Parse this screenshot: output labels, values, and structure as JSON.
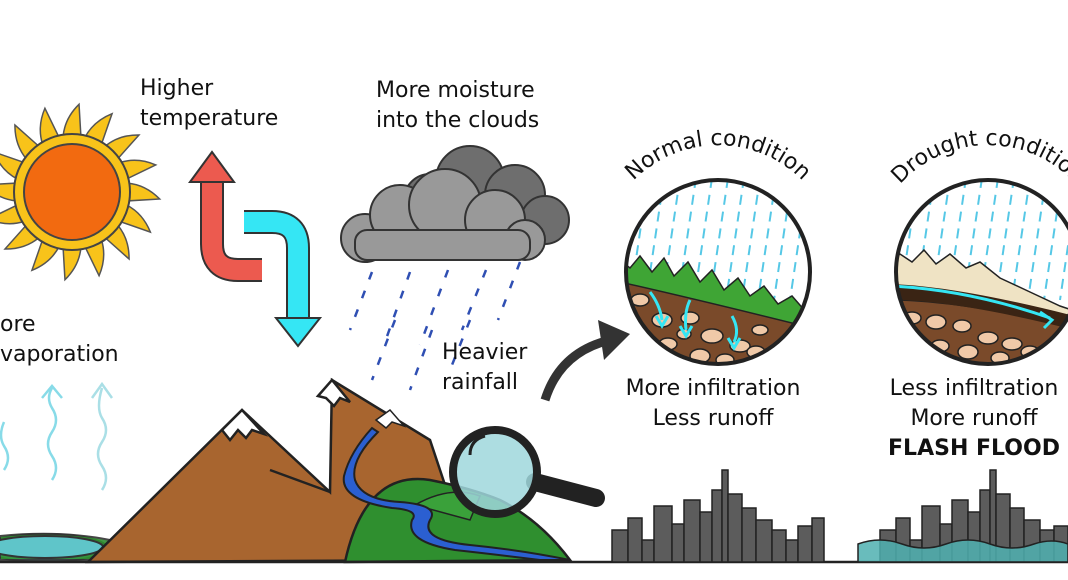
{
  "labels": {
    "higher_temperature": [
      "Higher",
      "temperature"
    ],
    "more_moisture": [
      "More moisture",
      "into the clouds"
    ],
    "more_evaporation": [
      "ore",
      "vaporation"
    ],
    "heavier_rainfall": [
      "Heavier",
      "rainfall"
    ],
    "normal_title": "Normal  condition",
    "drought_title": "Drought  condition",
    "normal_result": [
      "More infiltration",
      "Less runoff"
    ],
    "drought_result": [
      "Less infiltration",
      "More runoff"
    ],
    "flash_flood": "FLASH FLOOD"
  },
  "colors": {
    "sun": "#f26a10",
    "sun_rays": "#f8c31a",
    "warm_arrow": "#ec5a4f",
    "cool_arrow": "#35e6f4",
    "cloud": "#8c8c8c",
    "rain": "#2f4fb3",
    "mountain": "#a8652f",
    "snow": "#ffffff",
    "hill": "#2f8f2f",
    "river": "#2b5fd1",
    "soil": "#7a4a2a",
    "grass": "#3fa535",
    "flood_water": "#4fb0b0",
    "city": "#5c5c5c"
  },
  "icons": [
    "sun-icon",
    "warming-arrow-icon",
    "cooling-arrow-icon",
    "cloud-icon",
    "magnifier-icon",
    "pointer-arrow-icon"
  ]
}
